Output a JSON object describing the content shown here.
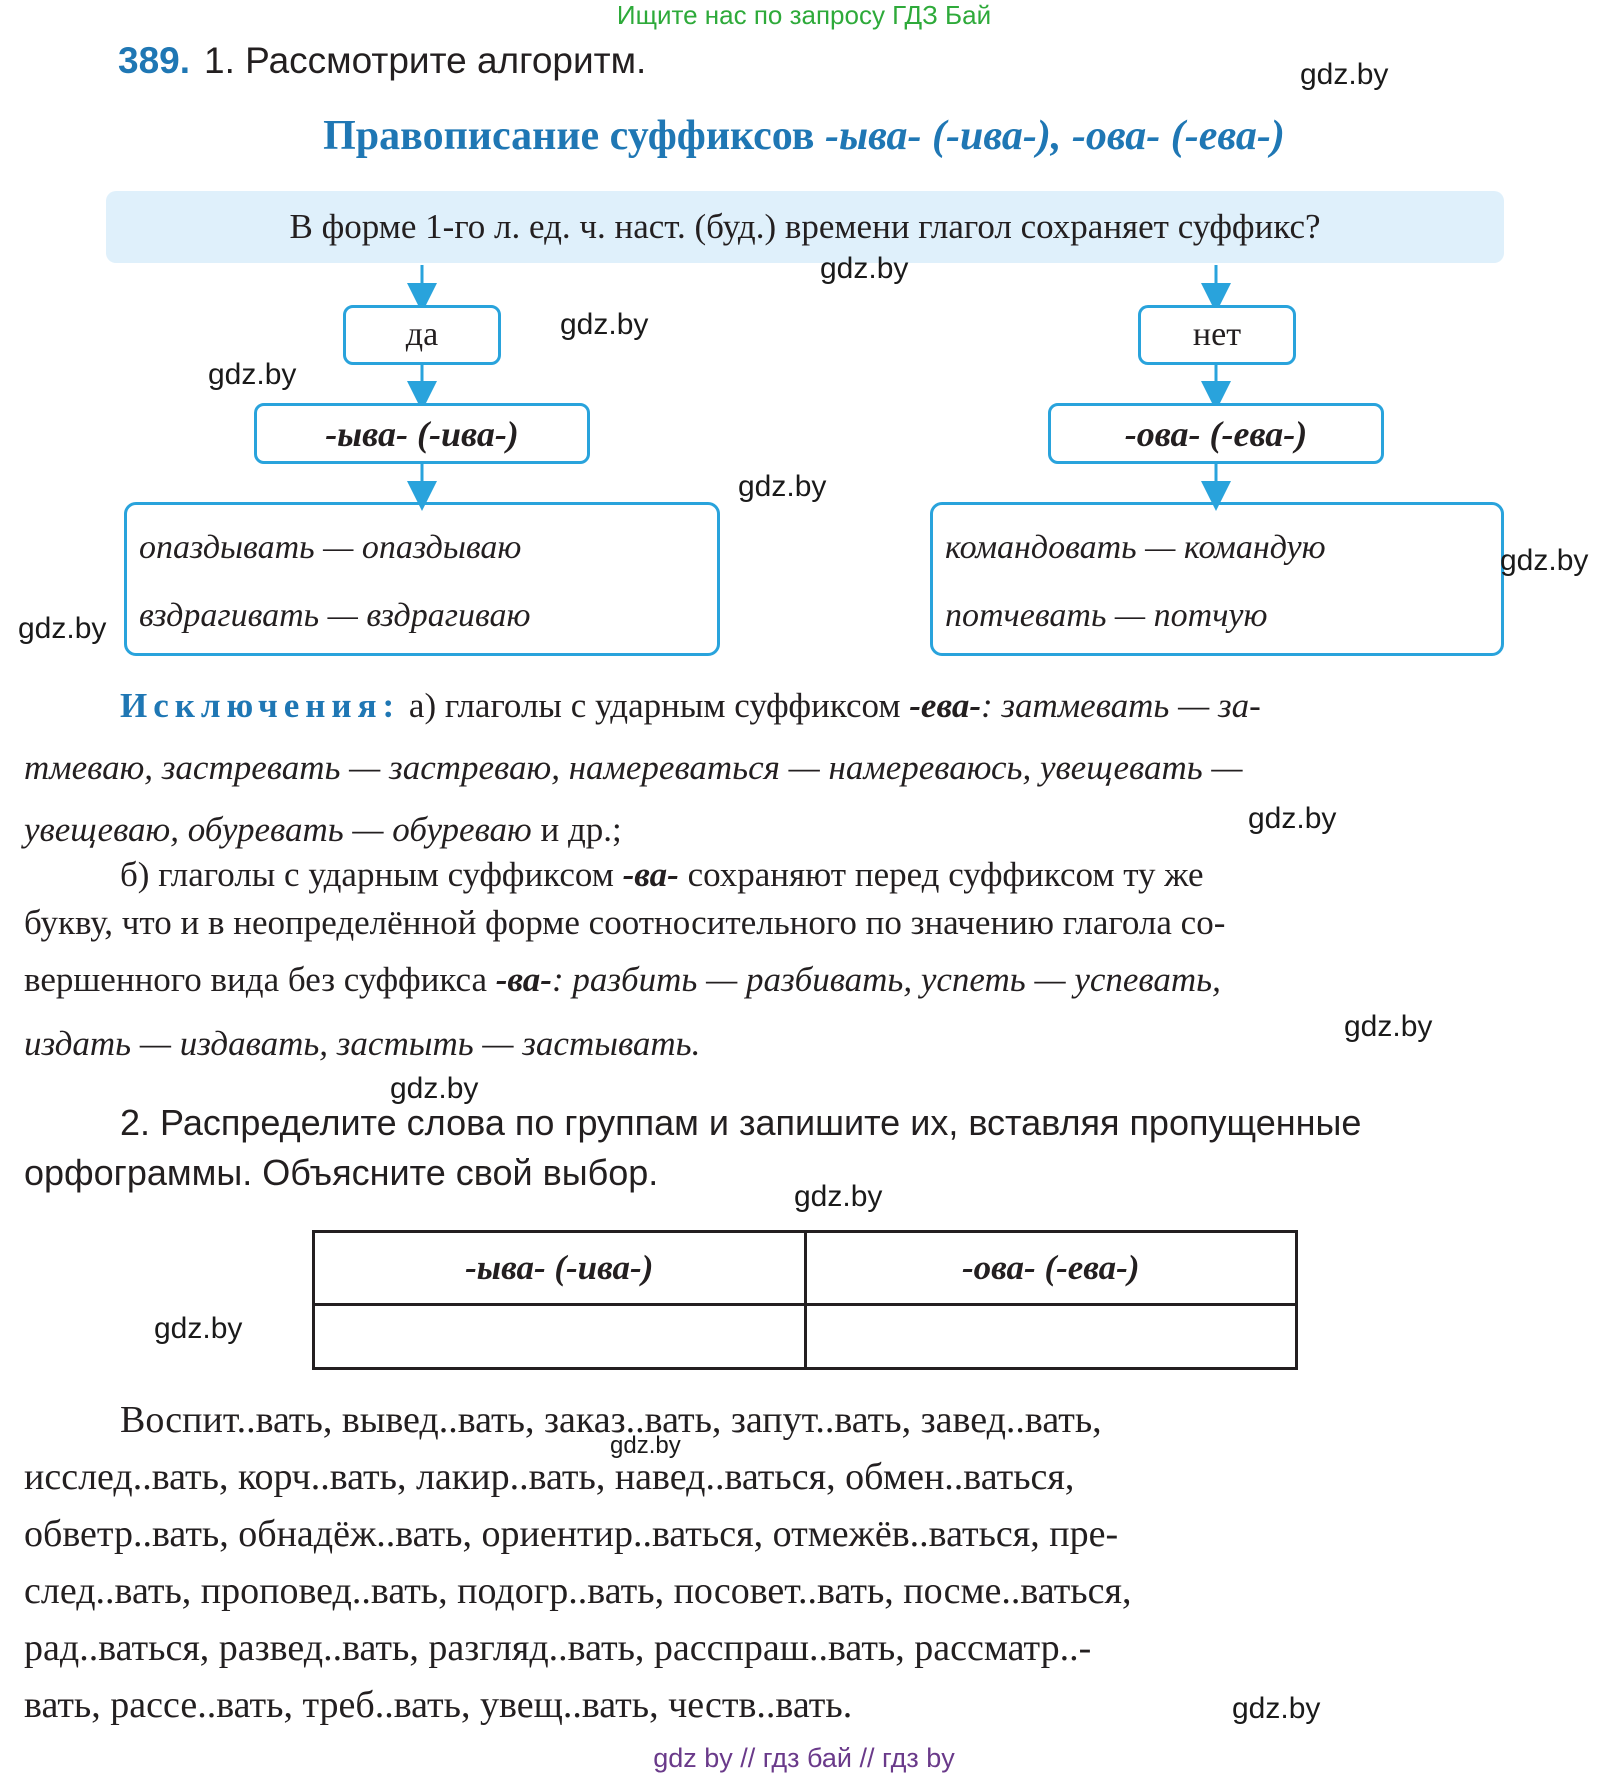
{
  "banner": "Ищите нас по запросу ГДЗ Бай",
  "task": {
    "number": "389.",
    "text": "1. Рассмотрите алгоритм."
  },
  "title": {
    "plain": "Правописание суффиксов ",
    "suffixes": "-ыва- (-ива-), -ова- (-ева-)"
  },
  "question": "В форме 1-го л. ед. ч. наст. (буд.) времени глагол сохраняет суффикс?",
  "left_branch": {
    "answer": "да",
    "suffix": "-ыва- (-ива-)",
    "example1": "опаздывать — опаздываю",
    "example2": "вздрагивать — вздрагиваю"
  },
  "right_branch": {
    "answer": "нет",
    "suffix": "-ова- (-ева-)",
    "example1": "командовать — командую",
    "example2": "потчевать — потчую"
  },
  "exceptions": {
    "label": "Исключения:",
    "a_row1": "а) глаголы с ударным суффиксом ",
    "a_suffix": "-ева-",
    "a_row1_words": ": затмевать — за-",
    "a_row2": "тмеваю, застревать — застреваю, намереваться — намереваюсь, увещевать —",
    "a_row3_words": "увещеваю, обуревать — обуреваю",
    "a_row3_end": " и др.;",
    "b_row1": "б) глаголы с ударным суффиксом ",
    "b_suffix": "-ва-",
    "b_row1_end": " сохраняют перед суффиксом ту же",
    "b_row2": "букву, что и в неопределённой форме соотносительного по значению глагола со-",
    "b_row3_start": "вершенного вида без суффикса ",
    "b_row3_suffix": "-ва-",
    "b_row3_words": ": разбить — разбивать, успеть — успевать,",
    "b_row4": "издать — издавать, застыть — застывать."
  },
  "task2": {
    "row1": "2. Распределите слова по группам и запишите их, вставляя пропущенные",
    "row2": "орфограммы. Объясните свой выбор."
  },
  "table": {
    "col1": "-ыва- (-ива-)",
    "col2": "-ова- (-ева-)"
  },
  "wordlist": [
    "Воспит..вать, вывед..вать, заказ..вать, запут..вать, завед..вать,",
    "исслед..вать, корч..вать, лакир..вать, навед..ваться, обмен..ваться,",
    "обветр..вать, обнадёж..вать, ориентир..ваться, отмежёв..ваться, пре-",
    "след..вать, проповед..вать, подогр..вать, посовет..вать, посме..ваться,",
    "рад..ваться, развед..вать, разгляд..вать, расспраш..вать, рассматр..-",
    "вать, рассе..вать, треб..вать, увещ..вать, честв..вать."
  ],
  "watermarks": [
    "gdz.by"
  ],
  "footer": "gdz by  //  гдз бай  //  гдз by",
  "colors": {
    "accent": "#1f77b4",
    "box_border": "#29a3dc",
    "question_bg": "#dff0fb",
    "banner": "#2eaa3a"
  }
}
